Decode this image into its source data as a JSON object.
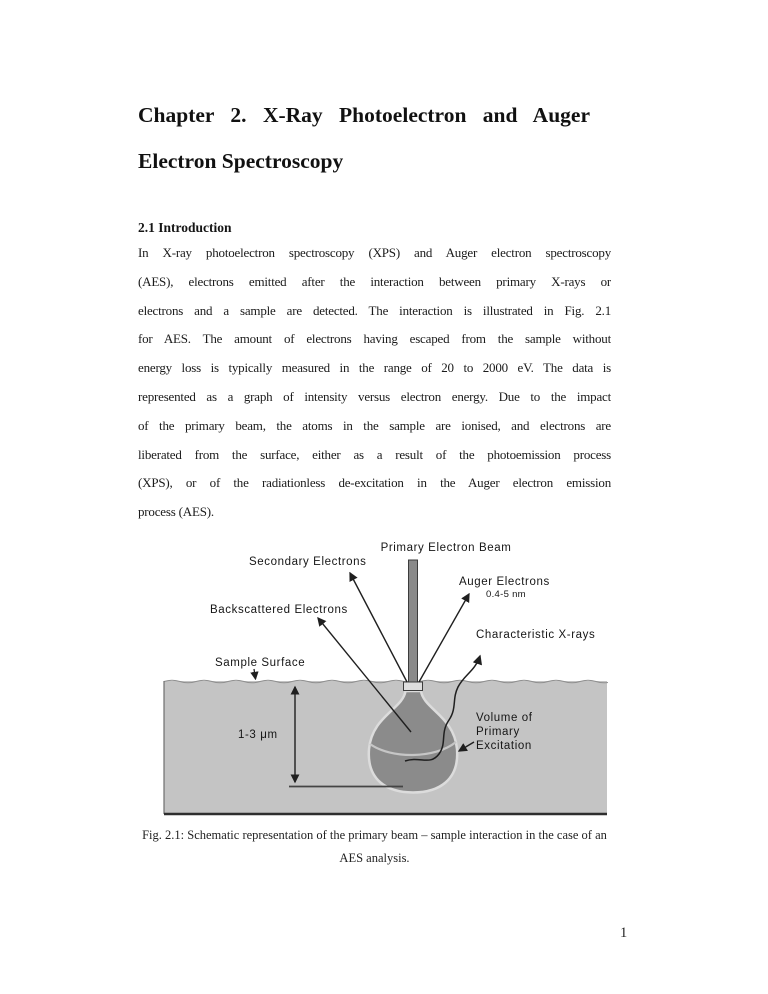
{
  "page": {
    "title_line1": "Chapter 2. X-Ray Photoelectron and Auger",
    "title_line2": "Electron Spectroscopy",
    "section_heading": "2.1 Introduction",
    "paragraph_lines": [
      "In X-ray photoelectron spectroscopy (XPS) and Auger electron spectroscopy",
      "(AES), electrons emitted after the interaction between primary X-rays or",
      "electrons and a sample are detected. The interaction is illustrated in Fig. 2.1",
      "for AES. The amount of electrons having escaped from the sample without",
      "energy loss is typically measured in the range of 20 to 2000 eV. The data is",
      "represented as a graph of intensity versus electron energy. Due to the impact",
      "of the primary beam, the atoms in the sample are ionised, and electrons are",
      "liberated from the surface, either as a result of the photoemission process",
      "(XPS), or of the radiationless de-excitation in the Auger electron emission",
      "process (AES)."
    ],
    "page_number": "1"
  },
  "figure": {
    "labels": {
      "primary_beam": "Primary Electron Beam",
      "secondary_electrons": "Secondary Electrons",
      "auger_electrons": "Auger Electrons",
      "auger_depth": "0.4-5 nm",
      "backscattered_electrons": "Backscattered Electrons",
      "characteristic_xrays": "Characteristic X-rays",
      "sample_surface": "Sample Surface",
      "depth_range": "1-3 μm",
      "volume_line1": "Volume of",
      "volume_line2": "Primary",
      "volume_line3": "Excitation"
    },
    "colors": {
      "sample_fill": "#c4c4c4",
      "excitation_fill": "#8b8b8b",
      "excitation_outline": "#dcdcdc",
      "beam_fill": "#8a8a8a",
      "nozzle_fill": "#dedede",
      "line_color": "#1f1f1f"
    }
  },
  "caption": {
    "line1": "Fig. 2.1: Schematic representation of the primary beam – sample interaction in the case of an",
    "line2": "AES analysis."
  }
}
